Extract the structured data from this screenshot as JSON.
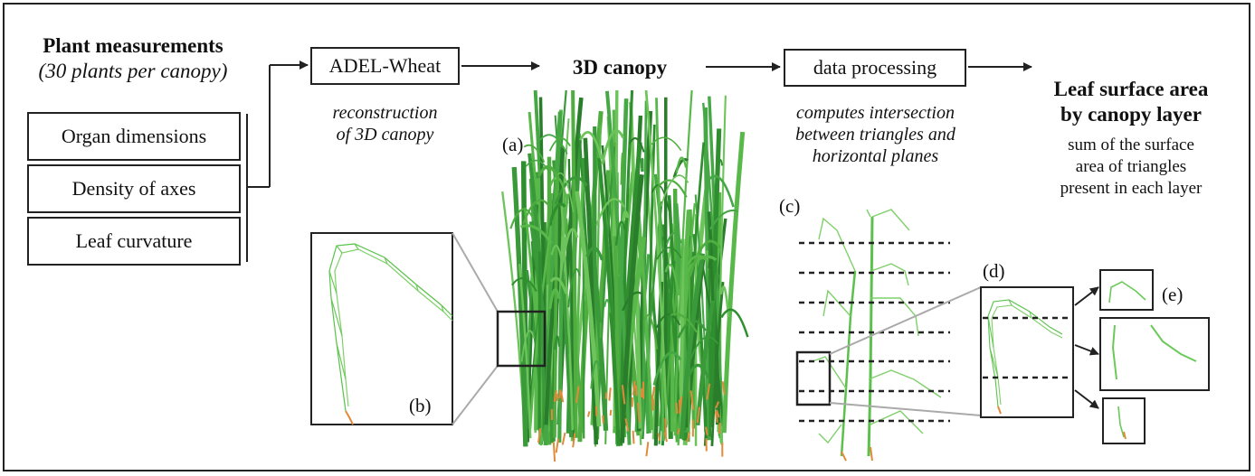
{
  "input": {
    "title": "Plant measurements",
    "subtitle": "(30 plants per canopy)",
    "items": [
      "Organ dimensions",
      "Density of axes",
      "Leaf curvature"
    ]
  },
  "steps": {
    "adel": {
      "label": "ADEL-Wheat",
      "note_line1": "reconstruction",
      "note_line2": "of 3D canopy"
    },
    "canopy": {
      "label": "3D canopy"
    },
    "processing": {
      "label": "data processing",
      "note_line1": "computes intersection",
      "note_line2": "between triangles and",
      "note_line3": "horizontal planes"
    },
    "output": {
      "title_line1": "Leaf surface area",
      "title_line2": "by canopy layer",
      "note_line1": "sum of the surface",
      "note_line2": "area of triangles",
      "note_line3": "present in each layer"
    }
  },
  "panel_labels": {
    "a": "(a)",
    "b": "(b)",
    "c": "(c)",
    "d": "(d)",
    "e": "(e)"
  },
  "colors": {
    "leaf_green": "#3a9a3a",
    "leaf_light": "#7fd06a",
    "stem_orange": "#e08a3a",
    "line": "#222222",
    "zoom_line": "#aaaaaa"
  }
}
